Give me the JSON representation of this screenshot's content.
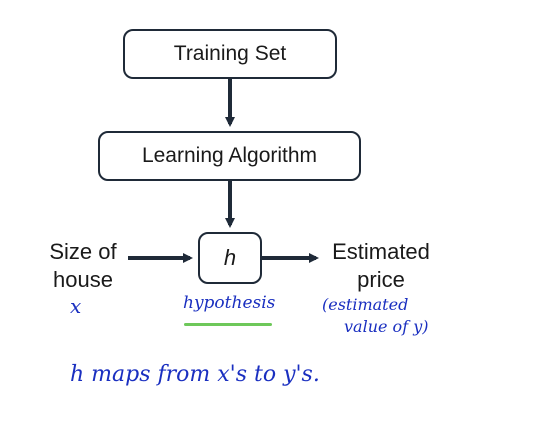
{
  "diagram": {
    "nodes": {
      "training_set": "Training Set",
      "learning_algorithm": "Learning Algorithm",
      "hypothesis": "h"
    },
    "input_label": {
      "line1": "Size of",
      "line2": "house"
    },
    "output_label": {
      "line1": "Estimated",
      "line2": "price"
    },
    "colors": {
      "box_border": "#1f2a38",
      "arrow": "#1f2a38",
      "ink": "#1a2fc0",
      "highlight": "#6ec85a"
    }
  },
  "annotations": {
    "input_symbol": "x",
    "hypothesis_note": "hypothesis",
    "estimate_note": {
      "line1": "(estimated",
      "line2": "value of y)"
    },
    "mapping_note": "h maps from x's to y's."
  }
}
